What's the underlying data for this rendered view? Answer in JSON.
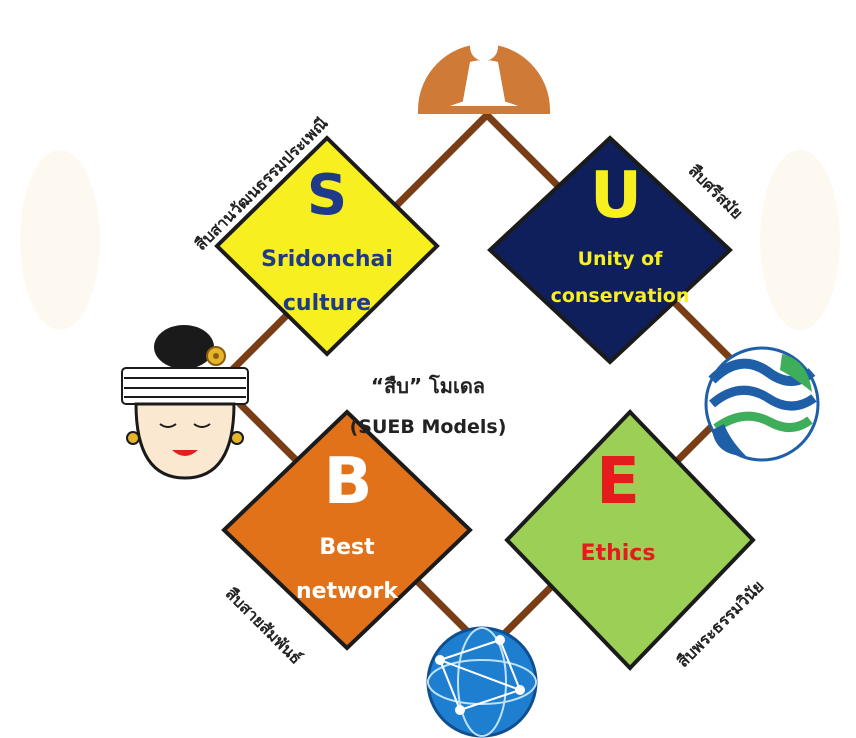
{
  "center": {
    "title_thai": "“สืบ” โมเดล",
    "title_eng": "(SUEB Models)"
  },
  "quadrants": {
    "s": {
      "letter": "S",
      "line1": "Sridonchai",
      "line2": "culture",
      "side_label": "สืบสานวัฒนธรรมประเพณี",
      "fill": "#f7ef1f",
      "letter_color": "#1f3a8a",
      "text_color": "#1f3a8a"
    },
    "u": {
      "letter": "U",
      "line1": "Unity of",
      "line2": "conservation",
      "side_label": "สืบศรีสมัย",
      "fill": "#0e1f5b",
      "letter_color": "#f7ef1f",
      "text_color": "#f7ef1f"
    },
    "b": {
      "letter": "B",
      "line1": "Best",
      "line2": "network",
      "side_label": "สืบสายสัมพันธ์",
      "fill": "#e2721a",
      "letter_color": "#ffffff",
      "text_color": "#ffffff"
    },
    "e": {
      "letter": "E",
      "line1": "Ethics",
      "line2": "",
      "side_label": "สืบพระธรรมวินัย",
      "fill": "#9bcf56",
      "letter_color": "#e31d1d",
      "text_color": "#e31d1d"
    }
  },
  "colors": {
    "frame_brown": "#7a3e16",
    "diamond_border": "#1b1b1b",
    "buddha_circle": "#cf7a36",
    "globe_blue": "#1e7fd0"
  },
  "icons": [
    "buddha-icon",
    "thai-woman-icon",
    "hands-water-icon",
    "globe-network-icon"
  ]
}
